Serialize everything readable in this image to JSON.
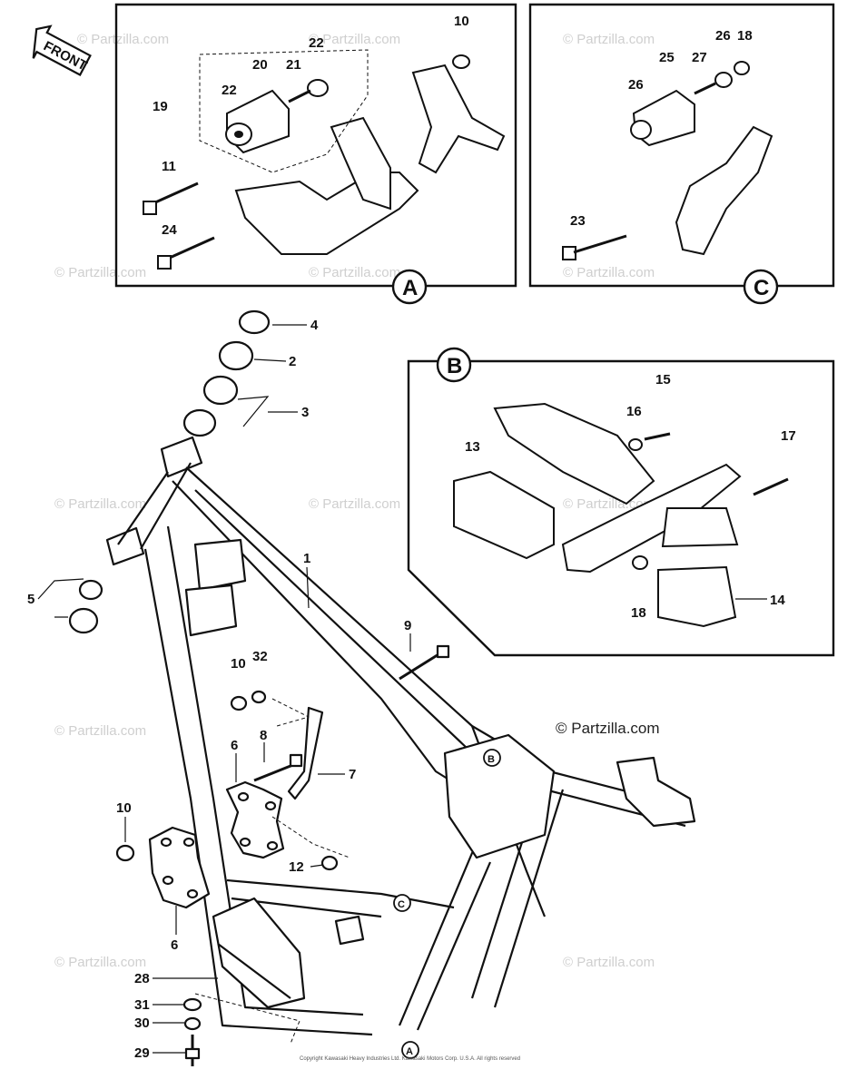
{
  "copyright": "© Partzilla.com",
  "watermark_text": "© Partzilla.com",
  "front_label": "FRONT",
  "fine_print": "Copyright Kawasaki Heavy Industries Ltd. Kawasaki Motors Corp. U.S.A. All rights reserved",
  "panels": [
    {
      "letter": "A"
    },
    {
      "letter": "B"
    },
    {
      "letter": "C"
    }
  ],
  "callouts": {
    "a10": "10",
    "a22r": "22",
    "a20": "20",
    "a21": "21",
    "a19": "19",
    "a22l": "22",
    "a11": "11",
    "a24": "24",
    "c26a": "26",
    "c18": "18",
    "c25": "25",
    "c27": "27",
    "c26b": "26",
    "c23": "23",
    "b15": "15",
    "b16": "16",
    "b13": "13",
    "b17": "17",
    "b18": "18",
    "b14": "14",
    "m4": "4",
    "m2": "2",
    "m3": "3",
    "m1": "1",
    "m5": "5",
    "m9": "9",
    "m10a": "10",
    "m32": "32",
    "m8": "8",
    "m6a": "6",
    "m7": "7",
    "m10b": "10",
    "m12": "12",
    "m6b": "6",
    "m28": "28",
    "m31": "31",
    "m30": "30",
    "m29": "29"
  },
  "frame_ref_markers": [
    "B",
    "C",
    "A"
  ]
}
